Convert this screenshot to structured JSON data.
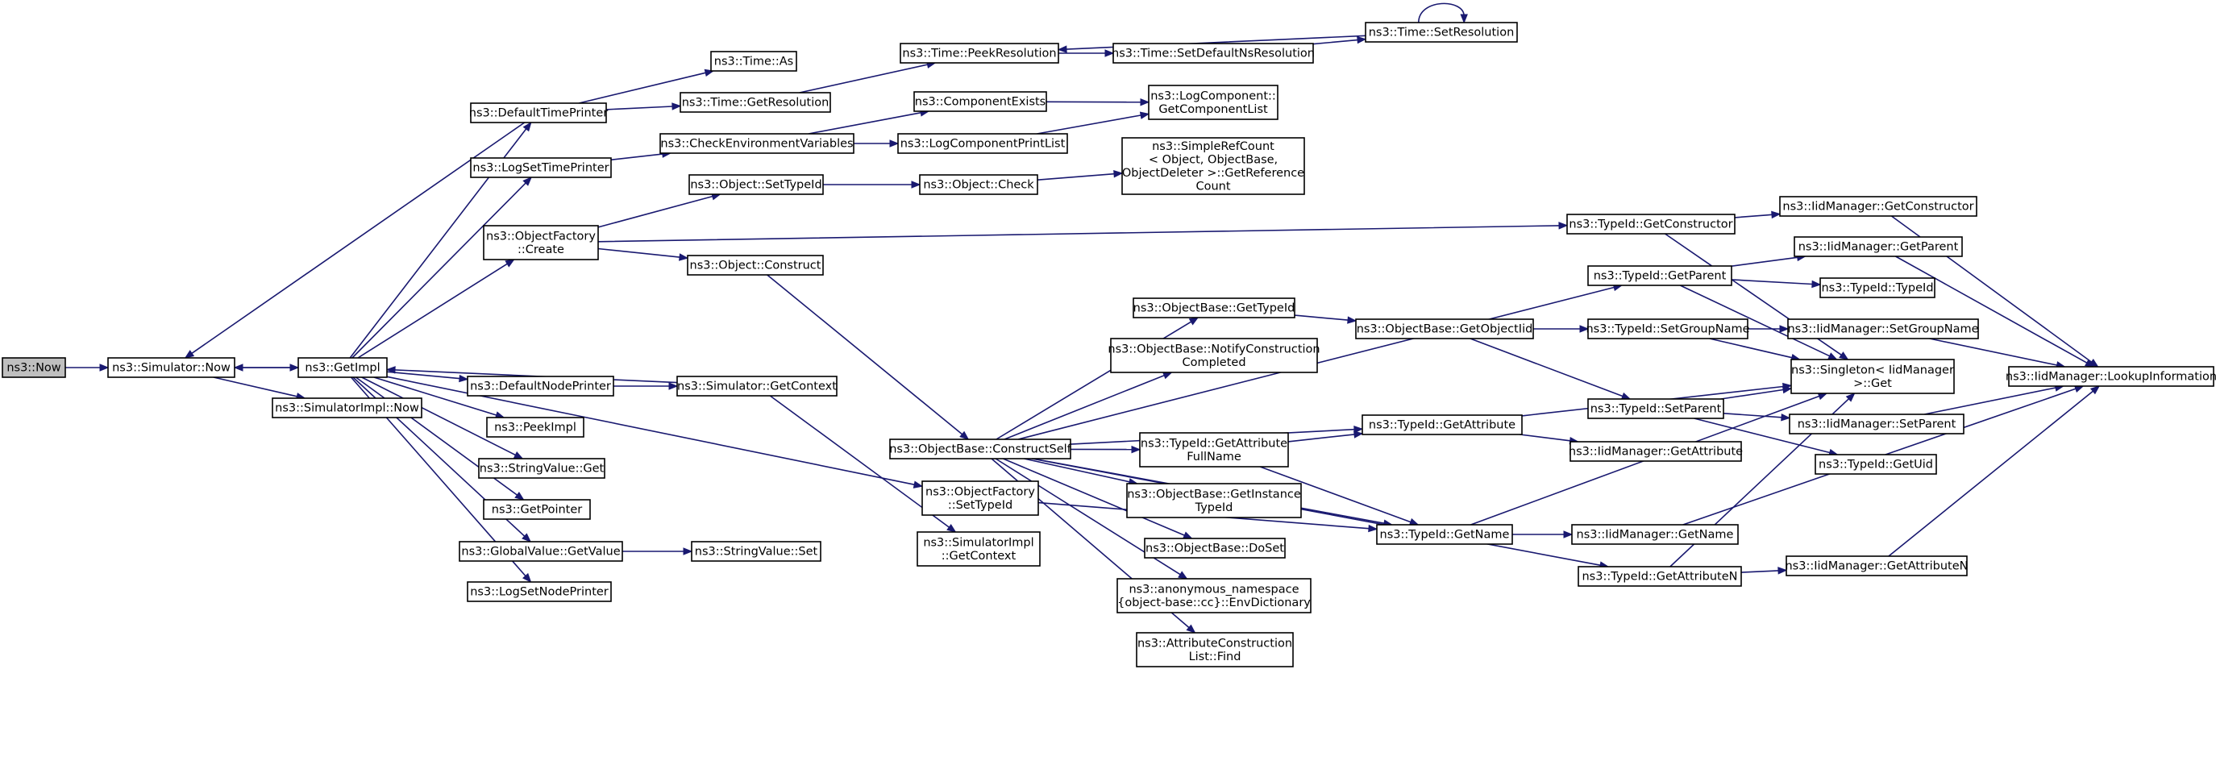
{
  "diagram": {
    "type": "call-graph",
    "colors": {
      "edge": "#191970",
      "root_fill": "#bfbfbf",
      "node_fill": "#ffffff",
      "border": "#000000"
    },
    "nodes": [
      {
        "id": "now",
        "lines": [
          "ns3::Now"
        ],
        "root": true
      },
      {
        "id": "simnow",
        "lines": [
          "ns3::Simulator::Now"
        ]
      },
      {
        "id": "getimpl",
        "lines": [
          "ns3::GetImpl"
        ]
      },
      {
        "id": "simimplnow",
        "lines": [
          "ns3::SimulatorImpl::Now"
        ]
      },
      {
        "id": "deftimeprinter",
        "lines": [
          "ns3::DefaultTimePrinter"
        ]
      },
      {
        "id": "logsettimeprinter",
        "lines": [
          "ns3::LogSetTimePrinter"
        ]
      },
      {
        "id": "objfactorycreate",
        "lines": [
          "ns3::ObjectFactory",
          "::Create"
        ]
      },
      {
        "id": "defnodeprinter",
        "lines": [
          "ns3::DefaultNodePrinter"
        ]
      },
      {
        "id": "peekimpl",
        "lines": [
          "ns3::PeekImpl"
        ]
      },
      {
        "id": "stringvalueget",
        "lines": [
          "ns3::StringValue::Get"
        ]
      },
      {
        "id": "getpointer",
        "lines": [
          "ns3::GetPointer"
        ]
      },
      {
        "id": "globalvaluegetvalue",
        "lines": [
          "ns3::GlobalValue::GetValue"
        ]
      },
      {
        "id": "logsetnodeprinter",
        "lines": [
          "ns3::LogSetNodePrinter"
        ]
      },
      {
        "id": "timeas",
        "lines": [
          "ns3::Time::As"
        ]
      },
      {
        "id": "timegetres",
        "lines": [
          "ns3::Time::GetResolution"
        ]
      },
      {
        "id": "checkenv",
        "lines": [
          "ns3::CheckEnvironmentVariables"
        ]
      },
      {
        "id": "objsettypeid",
        "lines": [
          "ns3::Object::SetTypeId"
        ]
      },
      {
        "id": "objconstruct",
        "lines": [
          "ns3::Object::Construct"
        ]
      },
      {
        "id": "simgetcontext",
        "lines": [
          "ns3::Simulator::GetContext"
        ]
      },
      {
        "id": "stringvalueset",
        "lines": [
          "ns3::StringValue::Set"
        ]
      },
      {
        "id": "timepeekres",
        "lines": [
          "ns3::Time::PeekResolution"
        ]
      },
      {
        "id": "compexists",
        "lines": [
          "ns3::ComponentExists"
        ]
      },
      {
        "id": "logcompprintlist",
        "lines": [
          "ns3::LogComponentPrintList"
        ]
      },
      {
        "id": "objcheck",
        "lines": [
          "ns3::Object::Check"
        ]
      },
      {
        "id": "objbaseconstructself",
        "lines": [
          "ns3::ObjectBase::ConstructSelf"
        ]
      },
      {
        "id": "objfactorysettypeid",
        "lines": [
          "ns3::ObjectFactory",
          "::SetTypeId"
        ]
      },
      {
        "id": "simimplgetcontext",
        "lines": [
          "ns3::SimulatorImpl",
          "::GetContext"
        ]
      },
      {
        "id": "timesetdefaultns",
        "lines": [
          "ns3::Time::SetDefaultNsResolution"
        ]
      },
      {
        "id": "timesetres",
        "lines": [
          "ns3::Time::SetResolution"
        ]
      },
      {
        "id": "logcompgetlist",
        "lines": [
          "ns3::LogComponent::",
          "GetComponentList"
        ]
      },
      {
        "id": "simplerefcount",
        "lines": [
          "ns3::SimpleRefCount",
          "< Object, ObjectBase,",
          "ObjectDeleter >::GetReference",
          "Count"
        ]
      },
      {
        "id": "objbasegettypeid",
        "lines": [
          "ns3::ObjectBase::GetTypeId"
        ]
      },
      {
        "id": "objbasenotify",
        "lines": [
          "ns3::ObjectBase::NotifyConstruction",
          "Completed"
        ]
      },
      {
        "id": "typeidgetattrfullname",
        "lines": [
          "ns3::TypeId::GetAttribute",
          "FullName"
        ]
      },
      {
        "id": "objbasegetinstancetypeid",
        "lines": [
          "ns3::ObjectBase::GetInstance",
          "TypeId"
        ]
      },
      {
        "id": "objbasedoset",
        "lines": [
          "ns3::ObjectBase::DoSet"
        ]
      },
      {
        "id": "anonenvdict",
        "lines": [
          "ns3::anonymous_namespace",
          "{object-base::cc}::EnvDictionary"
        ]
      },
      {
        "id": "attrconstrfind",
        "lines": [
          "ns3::AttributeConstruction",
          "List::Find"
        ]
      },
      {
        "id": "objbasegetobjectiid",
        "lines": [
          "ns3::ObjectBase::GetObjectIid"
        ]
      },
      {
        "id": "typeidgetconstructor",
        "lines": [
          "ns3::TypeId::GetConstructor"
        ]
      },
      {
        "id": "typeidgetparent",
        "lines": [
          "ns3::TypeId::GetParent"
        ]
      },
      {
        "id": "typeidsetgroupname",
        "lines": [
          "ns3::TypeId::SetGroupName"
        ]
      },
      {
        "id": "typeidgetattribute",
        "lines": [
          "ns3::TypeId::GetAttribute"
        ]
      },
      {
        "id": "typeidsetparent",
        "lines": [
          "ns3::TypeId::SetParent"
        ]
      },
      {
        "id": "typeidgetname",
        "lines": [
          "ns3::TypeId::GetName"
        ]
      },
      {
        "id": "typeidgetattributen",
        "lines": [
          "ns3::TypeId::GetAttributeN"
        ]
      },
      {
        "id": "iidgetconstructor",
        "lines": [
          "ns3::IidManager::GetConstructor"
        ]
      },
      {
        "id": "iidgetparent",
        "lines": [
          "ns3::IidManager::GetParent"
        ]
      },
      {
        "id": "typeidtypeid",
        "lines": [
          "ns3::TypeId::TypeId"
        ]
      },
      {
        "id": "iidsetgroupname",
        "lines": [
          "ns3::IidManager::SetGroupName"
        ]
      },
      {
        "id": "singletonget",
        "lines": [
          "ns3::Singleton< IidManager",
          " >::Get"
        ]
      },
      {
        "id": "iidsetparent",
        "lines": [
          "ns3::IidManager::SetParent"
        ]
      },
      {
        "id": "typeidgetuid",
        "lines": [
          "ns3::TypeId::GetUid"
        ]
      },
      {
        "id": "iidgetattribute",
        "lines": [
          "ns3::IidManager::GetAttribute"
        ]
      },
      {
        "id": "iidgetname",
        "lines": [
          "ns3::IidManager::GetName"
        ]
      },
      {
        "id": "iidgetattributen",
        "lines": [
          "ns3::IidManager::GetAttributeN"
        ]
      },
      {
        "id": "iidlookupinfo",
        "lines": [
          "ns3::IidManager::LookupInformation"
        ]
      }
    ],
    "edges": [
      [
        "now",
        "simnow"
      ],
      [
        "simnow",
        "getimpl"
      ],
      [
        "simnow",
        "simimplnow"
      ],
      [
        "getimpl",
        "deftimeprinter"
      ],
      [
        "getimpl",
        "simnow"
      ],
      [
        "getimpl",
        "logsettimeprinter"
      ],
      [
        "getimpl",
        "objfactorycreate"
      ],
      [
        "getimpl",
        "objfactorysettypeid"
      ],
      [
        "getimpl",
        "defnodeprinter"
      ],
      [
        "getimpl",
        "peekimpl"
      ],
      [
        "getimpl",
        "stringvalueget"
      ],
      [
        "getimpl",
        "getpointer"
      ],
      [
        "getimpl",
        "globalvaluegetvalue"
      ],
      [
        "getimpl",
        "logsetnodeprinter"
      ],
      [
        "deftimeprinter",
        "simnow"
      ],
      [
        "deftimeprinter",
        "timeas"
      ],
      [
        "deftimeprinter",
        "timegetres"
      ],
      [
        "timegetres",
        "timepeekres"
      ],
      [
        "timepeekres",
        "timesetdefaultns"
      ],
      [
        "timesetdefaultns",
        "timesetres"
      ],
      [
        "timesetres",
        "timepeekres"
      ],
      [
        "timesetres",
        "timesetres"
      ],
      [
        "logsettimeprinter",
        "checkenv"
      ],
      [
        "checkenv",
        "compexists"
      ],
      [
        "checkenv",
        "logcompprintlist"
      ],
      [
        "compexists",
        "logcompgetlist"
      ],
      [
        "logcompprintlist",
        "logcompgetlist"
      ],
      [
        "objfactorycreate",
        "objsettypeid"
      ],
      [
        "objfactorycreate",
        "objconstruct"
      ],
      [
        "objfactorycreate",
        "typeidgetconstructor"
      ],
      [
        "objsettypeid",
        "objcheck"
      ],
      [
        "objcheck",
        "simplerefcount"
      ],
      [
        "objconstruct",
        "objbaseconstructself"
      ],
      [
        "defnodeprinter",
        "simgetcontext"
      ],
      [
        "simgetcontext",
        "getimpl"
      ],
      [
        "simgetcontext",
        "simimplgetcontext"
      ],
      [
        "globalvaluegetvalue",
        "stringvalueset"
      ],
      [
        "objbaseconstructself",
        "typeidgetparent"
      ],
      [
        "objbaseconstructself",
        "objbasegettypeid"
      ],
      [
        "objbaseconstructself",
        "objbasenotify"
      ],
      [
        "objbaseconstructself",
        "typeidgetattribute"
      ],
      [
        "objbaseconstructself",
        "typeidgetattrfullname"
      ],
      [
        "objbaseconstructself",
        "objbasegetinstancetypeid"
      ],
      [
        "objbaseconstructself",
        "objbasedoset"
      ],
      [
        "objbaseconstructself",
        "anonenvdict"
      ],
      [
        "objbaseconstructself",
        "attrconstrfind"
      ],
      [
        "objbaseconstructself",
        "typeidgetname"
      ],
      [
        "objbaseconstructself",
        "typeidgetattributen"
      ],
      [
        "objfactorysettypeid",
        "typeidgetname"
      ],
      [
        "objbasegettypeid",
        "objbasegetobjectiid"
      ],
      [
        "objbasegetobjectiid",
        "typeidsetgroupname"
      ],
      [
        "objbasegetobjectiid",
        "typeidsetparent"
      ],
      [
        "typeidgetattrfullname",
        "typeidgetattribute"
      ],
      [
        "typeidgetattrfullname",
        "typeidgetname"
      ],
      [
        "typeidgetconstructor",
        "iidgetconstructor"
      ],
      [
        "typeidgetconstructor",
        "singletonget"
      ],
      [
        "typeidgetparent",
        "iidgetparent"
      ],
      [
        "typeidgetparent",
        "typeidtypeid"
      ],
      [
        "typeidgetparent",
        "singletonget"
      ],
      [
        "typeidsetgroupname",
        "iidsetgroupname"
      ],
      [
        "typeidsetgroupname",
        "singletonget"
      ],
      [
        "typeidgetattribute",
        "iidgetattribute"
      ],
      [
        "typeidgetattribute",
        "singletonget"
      ],
      [
        "typeidsetparent",
        "iidsetparent"
      ],
      [
        "typeidsetparent",
        "typeidgetuid"
      ],
      [
        "typeidsetparent",
        "singletonget"
      ],
      [
        "typeidgetname",
        "iidgetname"
      ],
      [
        "typeidgetname",
        "singletonget"
      ],
      [
        "typeidgetattributen",
        "iidgetattributen"
      ],
      [
        "typeidgetattributen",
        "singletonget"
      ],
      [
        "iidgetconstructor",
        "iidlookupinfo"
      ],
      [
        "iidgetparent",
        "iidlookupinfo"
      ],
      [
        "iidsetgroupname",
        "iidlookupinfo"
      ],
      [
        "iidsetparent",
        "iidlookupinfo"
      ],
      [
        "iidgetname",
        "iidlookupinfo"
      ],
      [
        "iidgetattributen",
        "iidlookupinfo"
      ]
    ]
  }
}
